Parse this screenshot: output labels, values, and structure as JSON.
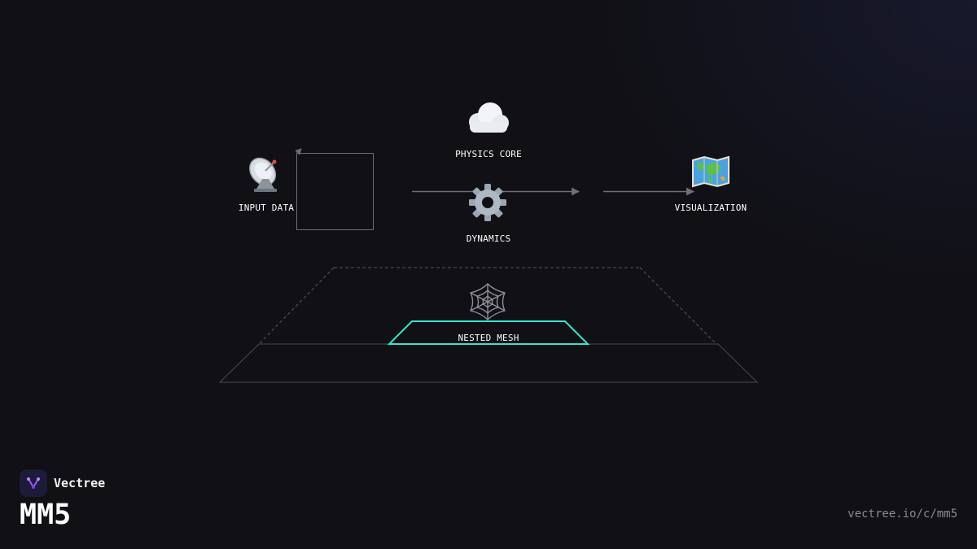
{
  "colors": {
    "background": "#101015",
    "accent": "#2ee8c8",
    "connector": "#6e6e74",
    "label": "#ffffff",
    "muted": "#8a8a92"
  },
  "diagram": {
    "nodes": {
      "input_data": {
        "label": "INPUT DATA",
        "icon": "satellite-dish-icon"
      },
      "physics_core": {
        "label": "PHYSICS CORE",
        "icon": "cloud-icon"
      },
      "dynamics": {
        "label": "DYNAMICS",
        "icon": "gear-icon"
      },
      "visualization": {
        "label": "VISUALIZATION",
        "icon": "world-map-icon"
      },
      "nested_mesh": {
        "label": "NESTED MESH",
        "icon": "spider-web-icon"
      }
    },
    "edges": [
      {
        "from": "input_data",
        "to": "dynamics",
        "style": "feedback-loop"
      },
      {
        "from": "dynamics",
        "to": "visualization",
        "style": "arrow"
      }
    ]
  },
  "brand": {
    "name": "Vectree",
    "code": "MM5",
    "url": "vectree.io/c/mm5"
  }
}
